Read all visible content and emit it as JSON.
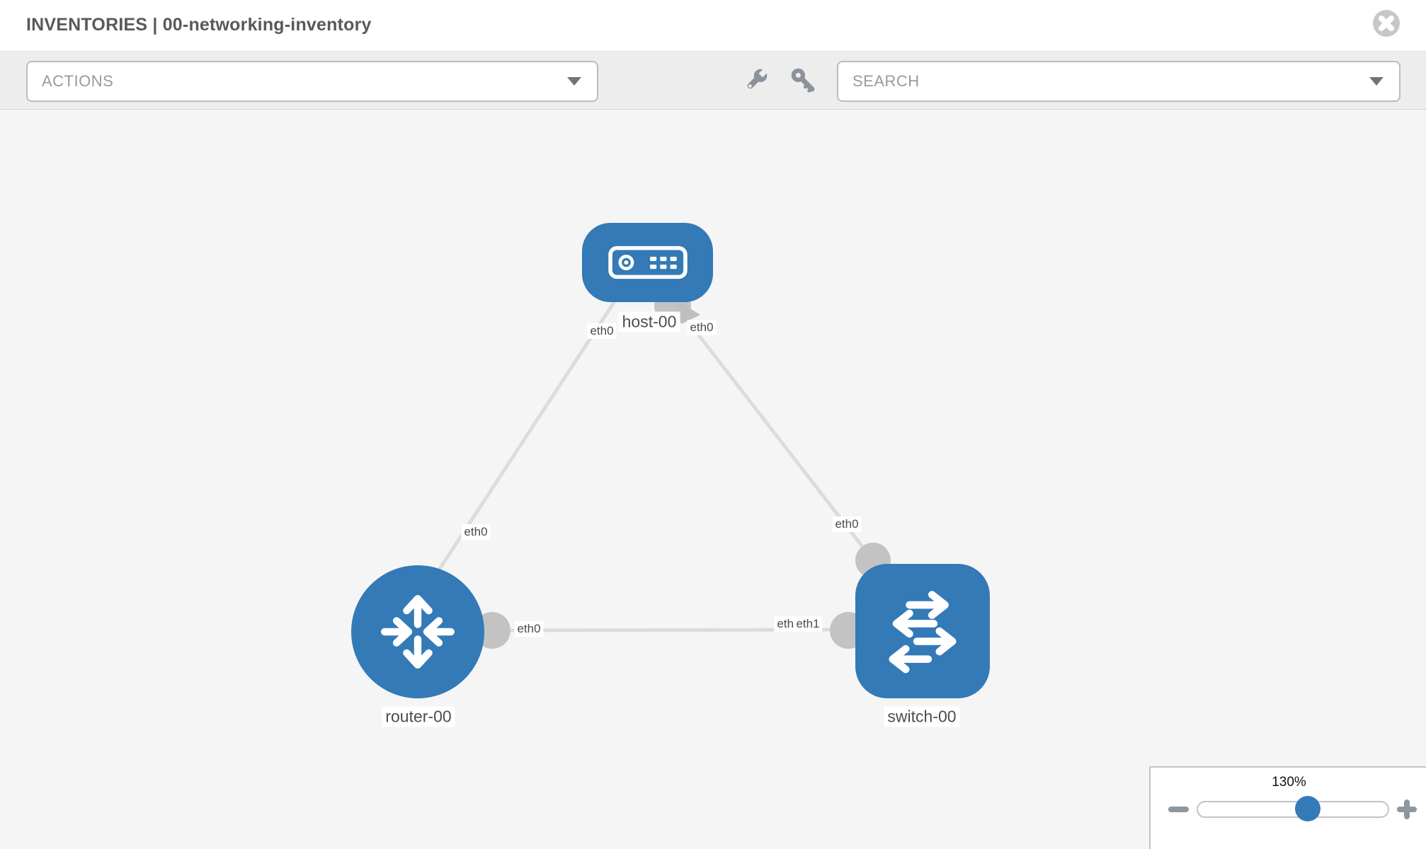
{
  "header": {
    "title": "INVENTORIES | 00-networking-inventory"
  },
  "toolbar": {
    "actions_label": "ACTIONS",
    "search_label": "SEARCH",
    "icons": [
      "wrench-icon",
      "key-icon",
      "chevron-down-icon"
    ]
  },
  "topology": {
    "nodes": [
      {
        "id": "host-00",
        "type": "host",
        "label": "host-00"
      },
      {
        "id": "router-00",
        "type": "router",
        "label": "router-00"
      },
      {
        "id": "switch-00",
        "type": "switch",
        "label": "switch-00"
      }
    ],
    "links": [
      {
        "source": "host-00",
        "source_interface": "eth0",
        "target": "router-00",
        "target_interface": "eth0"
      },
      {
        "source": "host-00",
        "source_interface": "eth0",
        "target": "switch-00",
        "target_interface": "eth0"
      },
      {
        "source": "router-00",
        "source_interface": "eth0",
        "target": "switch-00",
        "target_interface": "eth1"
      }
    ],
    "interface_labels": {
      "link_host_router": {
        "host_end": "eth0",
        "router_end": "eth0"
      },
      "link_host_switch": {
        "host_end": "eth0",
        "switch_end": "eth0"
      },
      "link_router_switch": {
        "router_end": "eth0",
        "switch_end_front": "eth1",
        "switch_end_back": "eth0"
      }
    }
  },
  "zoom_control": {
    "level": "130%"
  },
  "colors": {
    "node_blue": "#337ab7",
    "link_gray": "#dcdcdc",
    "stub_gray": "#c3c3c3"
  }
}
